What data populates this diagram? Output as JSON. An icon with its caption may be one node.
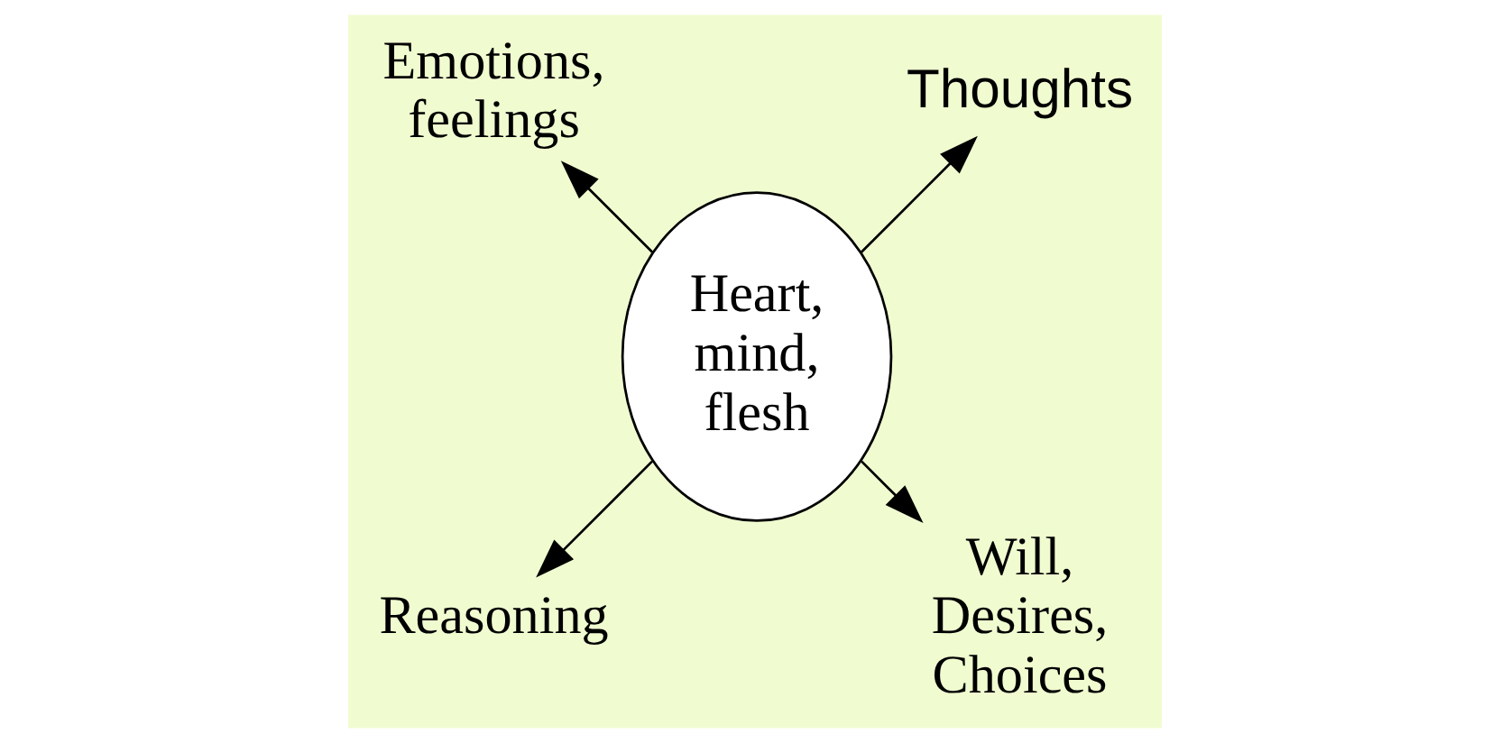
{
  "diagram": {
    "nodes": [
      {
        "text": [
          "Heart, mind, flesh"
        ]
      },
      {
        "text": [
          "Thoughts"
        ]
      },
      {
        "text": [
          "Emotions, feelings"
        ]
      },
      {
        "text": [
          "Reasoning"
        ]
      },
      {
        "text": [
          "Will, Desires, Choices"
        ]
      }
    ],
    "edges": [
      {
        "from": 0,
        "to": 1,
        "arrow": "to"
      },
      {
        "from": 0,
        "to": 2,
        "arrow": "to"
      },
      {
        "from": 0,
        "to": 3,
        "arrow": "to"
      },
      {
        "from": 0,
        "to": 4,
        "arrow": "to"
      }
    ]
  }
}
